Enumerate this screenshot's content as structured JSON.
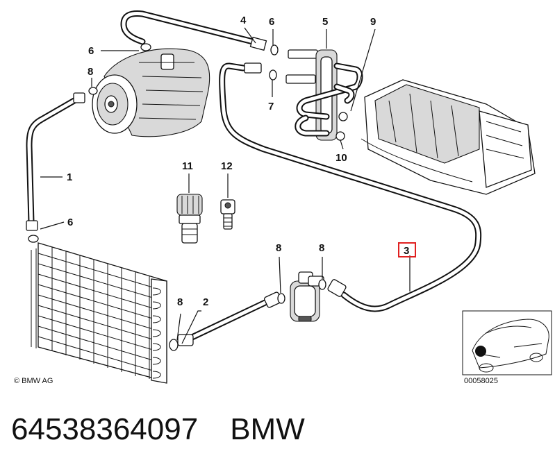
{
  "diagram": {
    "callouts": [
      "1",
      "2",
      "3",
      "4",
      "5",
      "6",
      "6",
      "6",
      "7",
      "8",
      "8",
      "8",
      "8",
      "9",
      "10",
      "11",
      "12"
    ],
    "highlighted_callout": "3",
    "highlight_color": "#e02020",
    "copyright": "© BMW AG",
    "image_number": "00058025"
  },
  "footer": {
    "part_number": "64538364097",
    "brand": "BMW"
  }
}
